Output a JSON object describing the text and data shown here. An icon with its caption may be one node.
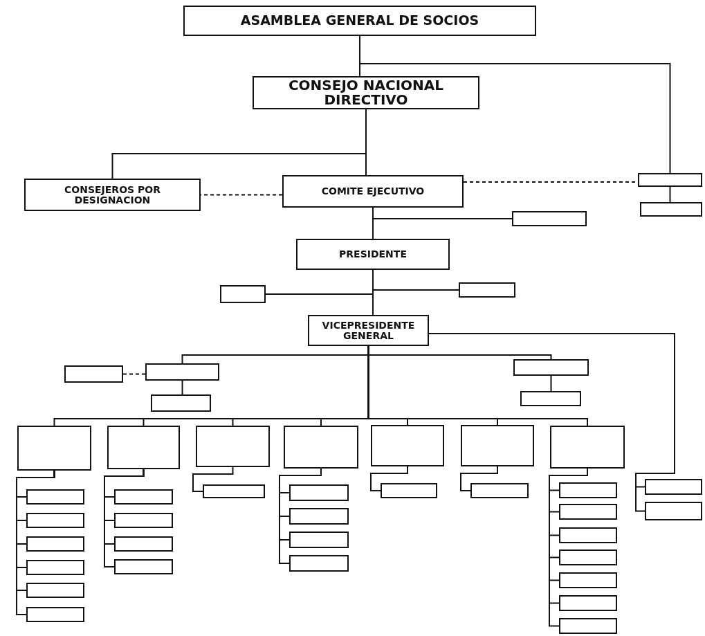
{
  "diagram": {
    "nodes": [
      {
        "text": [
          "ASAMBLEA GENERAL DE SOCIOS"
        ]
      },
      {
        "text": [
          "CONSEJO NACIONAL DIRECTIVO"
        ]
      },
      {
        "text": [
          "CONSEJEROS POR DESIGNACION"
        ]
      },
      {
        "text": [
          "COMITE EJECUTIVO"
        ]
      },
      {
        "text": [],
        "shape": "box"
      },
      {
        "text": [],
        "shape": "box"
      },
      {
        "text": [],
        "shape": "box"
      },
      {
        "text": [
          "PRESIDENTE"
        ]
      },
      {
        "text": [],
        "shape": "box"
      },
      {
        "text": [],
        "shape": "box"
      },
      {
        "text": [
          "VICEPRESIDENTE GENERAL"
        ]
      },
      {
        "text": [],
        "shape": "box"
      },
      {
        "text": [],
        "shape": "box"
      },
      {
        "text": [],
        "shape": "box"
      },
      {
        "text": [],
        "shape": "box"
      },
      {
        "text": [],
        "shape": "box"
      },
      {
        "text": [],
        "shape": "box"
      },
      {
        "text": [],
        "shape": "box"
      },
      {
        "text": [],
        "shape": "box"
      },
      {
        "text": [],
        "shape": "box"
      },
      {
        "text": [],
        "shape": "box"
      },
      {
        "text": [],
        "shape": "box"
      },
      {
        "text": [],
        "shape": "box"
      },
      {
        "text": [],
        "shape": "box"
      },
      {
        "text": [],
        "shape": "box"
      },
      {
        "text": [],
        "shape": "box"
      },
      {
        "text": [],
        "shape": "box"
      },
      {
        "text": [],
        "shape": "box"
      },
      {
        "text": [],
        "shape": "box"
      },
      {
        "text": [],
        "shape": "box"
      },
      {
        "text": [],
        "shape": "box"
      },
      {
        "text": [],
        "shape": "box"
      },
      {
        "text": [],
        "shape": "box"
      },
      {
        "text": [],
        "shape": "box"
      },
      {
        "text": [],
        "shape": "box"
      },
      {
        "text": [],
        "shape": "box"
      },
      {
        "text": [],
        "shape": "box"
      },
      {
        "text": [],
        "shape": "box"
      },
      {
        "text": [],
        "shape": "box"
      },
      {
        "text": [],
        "shape": "box"
      },
      {
        "text": [],
        "shape": "box"
      },
      {
        "text": [],
        "shape": "box"
      },
      {
        "text": [],
        "shape": "box"
      },
      {
        "text": [],
        "shape": "box"
      },
      {
        "text": [],
        "shape": "box"
      },
      {
        "text": [],
        "shape": "box"
      },
      {
        "text": [],
        "shape": "box"
      },
      {
        "text": [],
        "shape": "box"
      },
      {
        "text": [],
        "shape": "box"
      }
    ],
    "edges": [
      {
        "from": 0,
        "to": 1,
        "arrow": "none"
      },
      {
        "from": 0,
        "to": 4,
        "arrow": "none"
      },
      {
        "from": 4,
        "to": 5,
        "arrow": "none"
      },
      {
        "from": 1,
        "to": 2,
        "arrow": "none"
      },
      {
        "from": 1,
        "to": 3,
        "arrow": "none"
      },
      {
        "from": 3,
        "to": 2,
        "arrow": "none",
        "style": "dashed"
      },
      {
        "from": 3,
        "to": 4,
        "arrow": "none",
        "style": "dashed"
      },
      {
        "from": 3,
        "to": 6,
        "arrow": "none"
      },
      {
        "from": 3,
        "to": 7,
        "arrow": "none"
      },
      {
        "from": 7,
        "to": 8,
        "arrow": "none"
      },
      {
        "from": 7,
        "to": 9,
        "arrow": "none"
      },
      {
        "from": 7,
        "to": 10,
        "arrow": "none"
      },
      {
        "from": 10,
        "to": 12,
        "arrow": "none"
      },
      {
        "from": 10,
        "to": 14,
        "arrow": "none"
      },
      {
        "from": 12,
        "to": 13,
        "arrow": "none"
      },
      {
        "from": 14,
        "to": 15,
        "arrow": "none"
      },
      {
        "from": 11,
        "to": 12,
        "arrow": "none",
        "style": "dashed"
      },
      {
        "from": 10,
        "to": 16,
        "arrow": "none"
      },
      {
        "from": 10,
        "to": 17,
        "arrow": "none"
      },
      {
        "from": 10,
        "to": 18,
        "arrow": "none"
      },
      {
        "from": 10,
        "to": 19,
        "arrow": "none"
      },
      {
        "from": 10,
        "to": 20,
        "arrow": "none"
      },
      {
        "from": 10,
        "to": 21,
        "arrow": "none"
      },
      {
        "from": 10,
        "to": 22,
        "arrow": "none"
      },
      {
        "from": 10,
        "to": 23,
        "arrow": "none"
      },
      {
        "from": 10,
        "to": 24,
        "arrow": "none"
      },
      {
        "from": 16,
        "to": 25,
        "arrow": "none"
      },
      {
        "from": 16,
        "to": 26,
        "arrow": "none"
      },
      {
        "from": 16,
        "to": 27,
        "arrow": "none"
      },
      {
        "from": 16,
        "to": 28,
        "arrow": "none"
      },
      {
        "from": 16,
        "to": 29,
        "arrow": "none"
      },
      {
        "from": 16,
        "to": 30,
        "arrow": "none"
      },
      {
        "from": 17,
        "to": 31,
        "arrow": "none"
      },
      {
        "from": 17,
        "to": 32,
        "arrow": "none"
      },
      {
        "from": 17,
        "to": 33,
        "arrow": "none"
      },
      {
        "from": 17,
        "to": 34,
        "arrow": "none"
      },
      {
        "from": 18,
        "to": 35,
        "arrow": "none"
      },
      {
        "from": 19,
        "to": 36,
        "arrow": "none"
      },
      {
        "from": 19,
        "to": 37,
        "arrow": "none"
      },
      {
        "from": 19,
        "to": 38,
        "arrow": "none"
      },
      {
        "from": 19,
        "to": 39,
        "arrow": "none"
      },
      {
        "from": 20,
        "to": 40,
        "arrow": "none"
      },
      {
        "from": 21,
        "to": 41,
        "arrow": "none"
      },
      {
        "from": 22,
        "to": 42,
        "arrow": "none"
      },
      {
        "from": 22,
        "to": 43,
        "arrow": "none"
      },
      {
        "from": 22,
        "to": 44,
        "arrow": "none"
      },
      {
        "from": 22,
        "to": 45,
        "arrow": "none"
      },
      {
        "from": 22,
        "to": 46,
        "arrow": "none"
      },
      {
        "from": 22,
        "to": 47,
        "arrow": "none"
      },
      {
        "from": 22,
        "to": 48,
        "arrow": "none"
      }
    ]
  }
}
